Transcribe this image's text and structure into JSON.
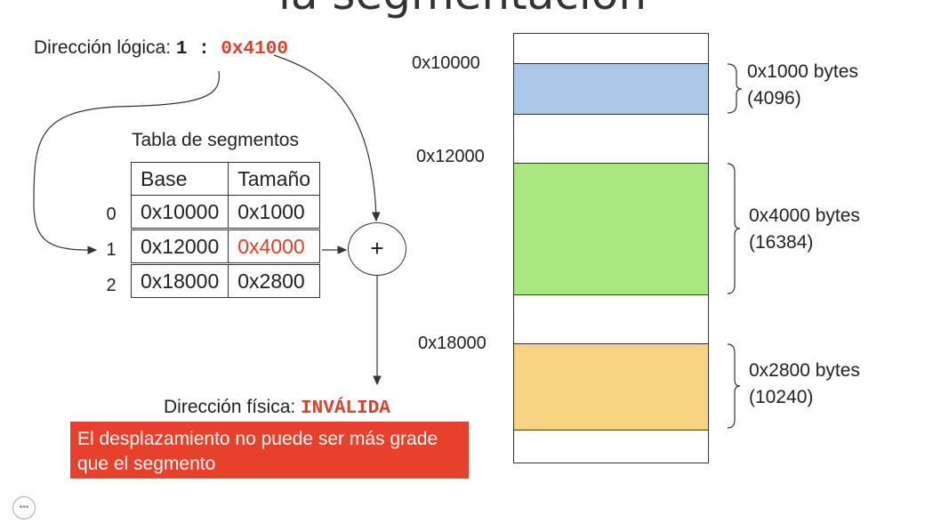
{
  "title": "la segmentación",
  "logical_address": {
    "label": "Dirección lógica: ",
    "segment": "1",
    "separator": " : ",
    "offset": "0x4100"
  },
  "segment_table": {
    "title": "Tabla de segmentos",
    "headers": [
      "Base",
      "Tamaño"
    ],
    "rows": [
      {
        "index": "0",
        "base": "0x10000",
        "size": "0x1000"
      },
      {
        "index": "1",
        "base": "0x12000",
        "size": "0x4000"
      },
      {
        "index": "2",
        "base": "0x18000",
        "size": "0x2800"
      }
    ]
  },
  "adder_symbol": "+",
  "physical_address": {
    "label": "Dirección física: ",
    "value": "INVÁLIDA"
  },
  "error_message": "El desplazamiento no puede ser más grade que el segmento",
  "memory": {
    "segments": [
      {
        "address": "0x10000",
        "size_hex": "0x1000 bytes",
        "size_dec": "(4096)",
        "color": "#a9c8e8"
      },
      {
        "address": "0x12000",
        "size_hex": "0x4000 bytes",
        "size_dec": "(16384)",
        "color": "#a9e87c"
      },
      {
        "address": "0x18000",
        "size_hex": "0x2800 bytes",
        "size_dec": "(10240)",
        "color": "#f7d37f"
      }
    ]
  },
  "colors": {
    "highlight": "#d9412b",
    "error_bg": "#e8412b"
  }
}
